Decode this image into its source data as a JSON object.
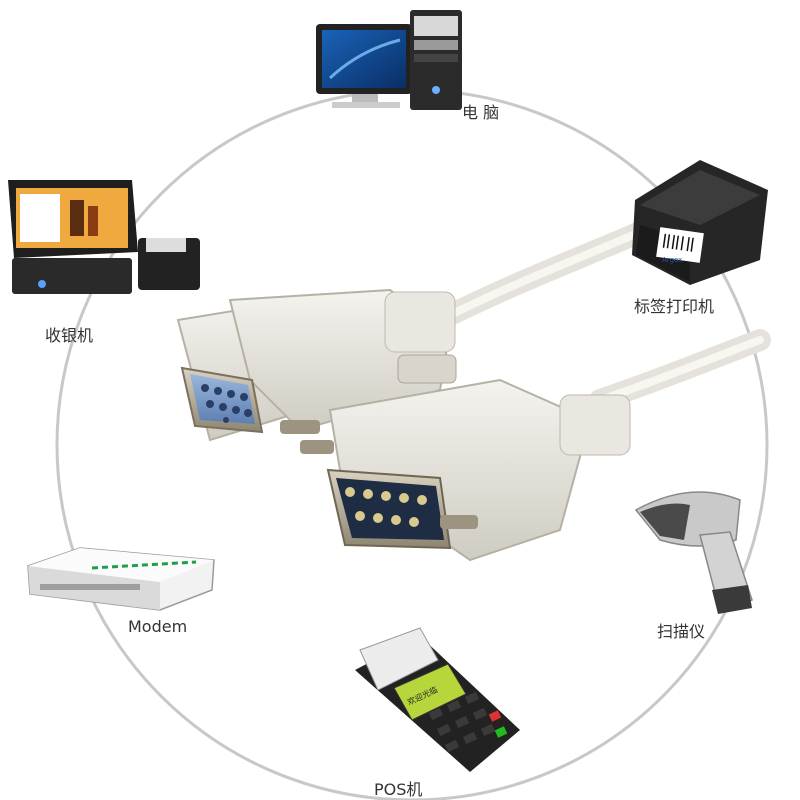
{
  "devices": {
    "computer": {
      "label": "电 脑"
    },
    "label_printer": {
      "label": "标签打印机"
    },
    "cash_register": {
      "label": "收银机"
    },
    "modem": {
      "label": "Modem"
    },
    "scanner": {
      "label": "扫描仪"
    },
    "pos": {
      "label": "POS机"
    }
  },
  "screen_text": {
    "pos_display": "欢迎光临",
    "printer_brand": "Argox"
  },
  "colors": {
    "ring": "#c8c8c8",
    "cable": "#e4e2da",
    "connector_blue": "#7d9ec9",
    "pos_screen": "#b6d63c"
  }
}
